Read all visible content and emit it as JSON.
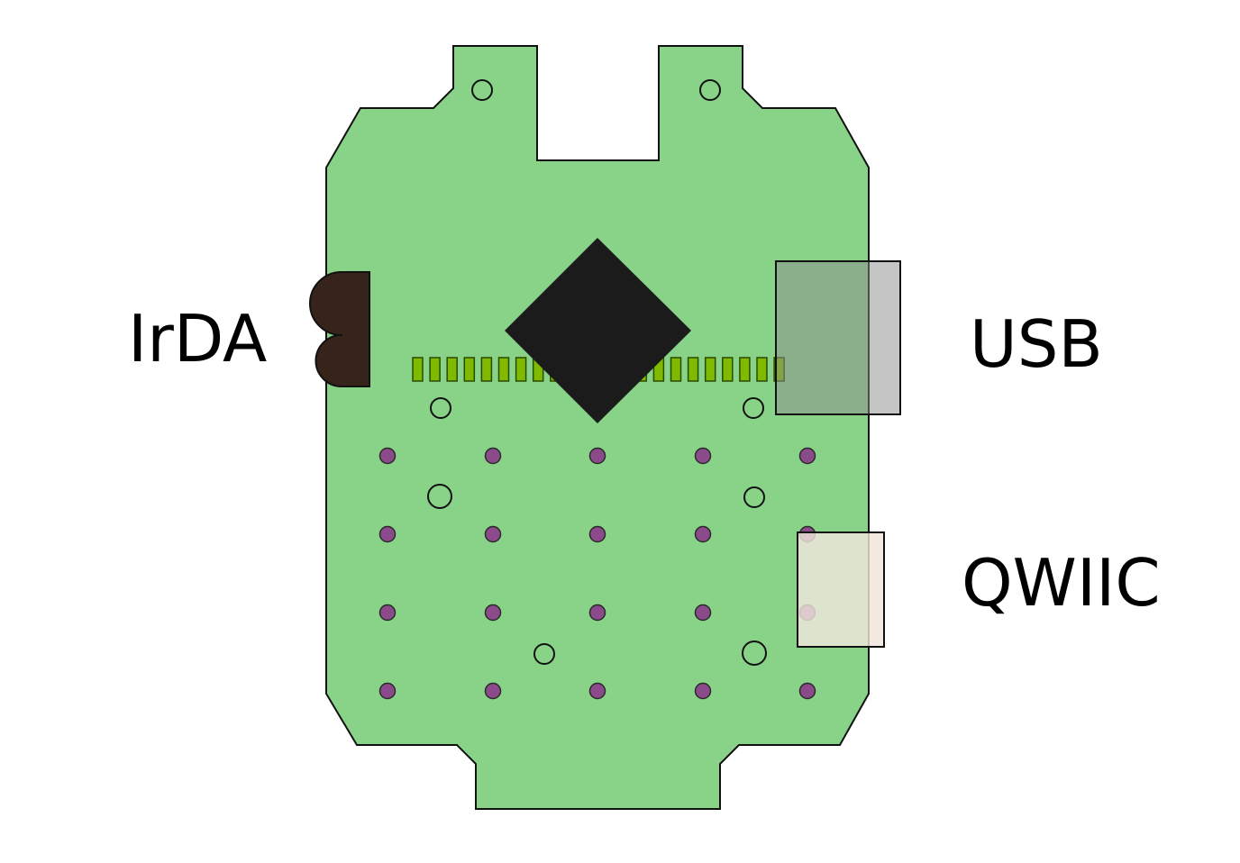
{
  "labels": {
    "irda": "IrDA",
    "usb": "USB",
    "qwiic": "QWIIC"
  },
  "colors": {
    "background": "#ffffff",
    "board": "#88d388",
    "outline": "#111111",
    "chip": "#1b1b1b",
    "pin": "#7fba00",
    "pad": "#8b4b8b",
    "irda": "#36241a",
    "usb": "#8c8c8c",
    "qwiic": "#f0e6dc"
  },
  "icons": {
    "chip": "square-chip-icon",
    "irda": "irda-sensor-icon",
    "usb": "usb-connector-icon",
    "qwiic": "qwiic-connector-icon"
  },
  "counts": {
    "chip_pins": 22,
    "pad_columns": 5,
    "pad_rows": 4
  }
}
